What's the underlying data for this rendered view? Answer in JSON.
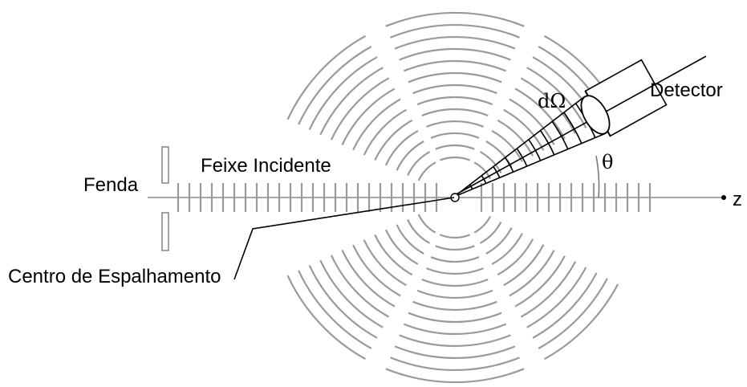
{
  "diagram": {
    "labels": {
      "slit": "Fenda",
      "incident_beam": "Feixe Incidente",
      "scattering_center": "Centro de Espalhamento",
      "detector": "Detector",
      "solid_angle": "dΩ",
      "angle": "θ",
      "axis": "z"
    }
  }
}
